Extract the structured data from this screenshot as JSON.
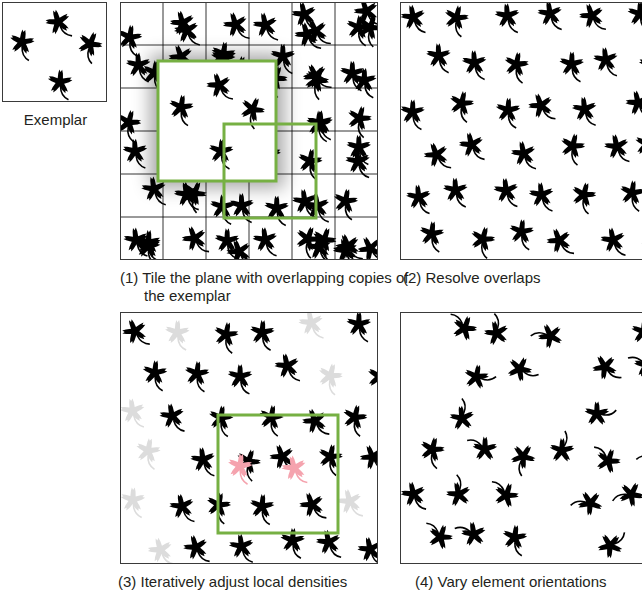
{
  "diagram": {
    "nodes": [
      {
        "text": [
          "Exemplar"
        ]
      },
      {
        "text": [
          "(1) Tile the plane with overlapping copies of the exemplar"
        ]
      },
      {
        "text": [
          "(2) Resolve overlaps"
        ]
      },
      {
        "text": [
          "(3) Iteratively adjust local densities"
        ]
      },
      {
        "text": [
          "(4) Vary element orientations"
        ]
      }
    ]
  }
}
